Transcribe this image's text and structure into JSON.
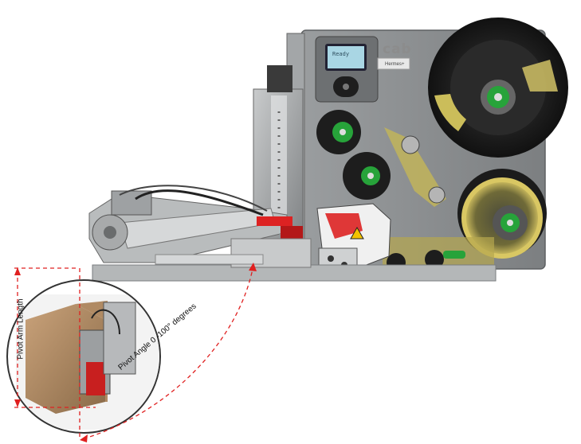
{
  "figure": {
    "brand": "cab",
    "model": "Hermes+",
    "screen_text": "Ready",
    "annotations": {
      "arm_length": "Pivot Arm Length",
      "pivot_angle": "Pivot Angle 0 -100° degrees"
    },
    "colors": {
      "dashed_annotation": "#e02020",
      "frame": "#8e9193",
      "spool_green": "#27a33a",
      "roller_yellow": "#d8c56a"
    }
  }
}
